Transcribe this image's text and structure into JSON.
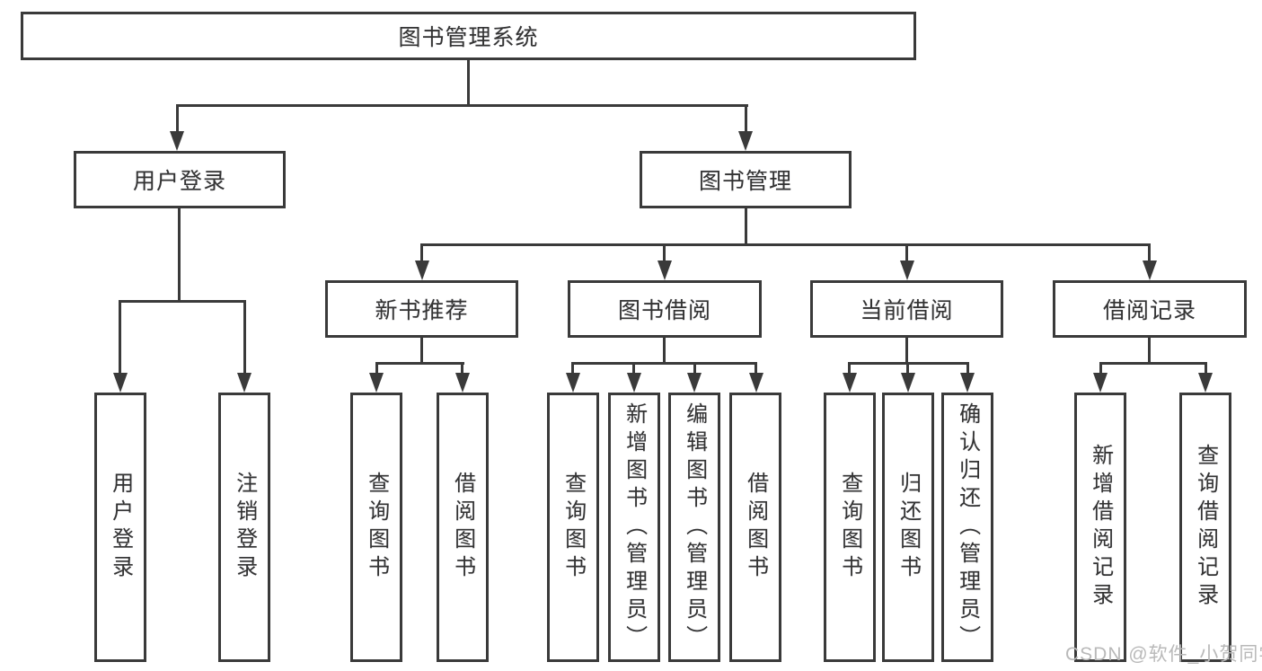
{
  "diagram": {
    "root": {
      "label": "图书管理系统"
    },
    "branches": [
      {
        "label": "用户登录",
        "children": [
          {
            "label": "用户登录"
          },
          {
            "label": "注销登录"
          }
        ]
      },
      {
        "label": "图书管理",
        "children": [
          {
            "label": "新书推荐",
            "children": [
              {
                "label": "查询图书"
              },
              {
                "label": "借阅图书"
              }
            ]
          },
          {
            "label": "图书借阅",
            "children": [
              {
                "label": "查询图书"
              },
              {
                "label": "新增图书（管理员）"
              },
              {
                "label": "编辑图书（管理员）"
              },
              {
                "label": "借阅图书"
              }
            ]
          },
          {
            "label": "当前借阅",
            "children": [
              {
                "label": "查询图书"
              },
              {
                "label": "归还图书"
              },
              {
                "label": "确认归还（管理员）"
              }
            ]
          },
          {
            "label": "借阅记录",
            "children": [
              {
                "label": "新增借阅记录"
              },
              {
                "label": "查询借阅记录"
              }
            ]
          }
        ]
      }
    ]
  },
  "watermark": {
    "text": "CSDN @软件_小贺同学"
  },
  "colors": {
    "line": "#3a3a3a",
    "text": "#333333",
    "watermark": "#b9b9b9",
    "background": "#ffffff"
  }
}
